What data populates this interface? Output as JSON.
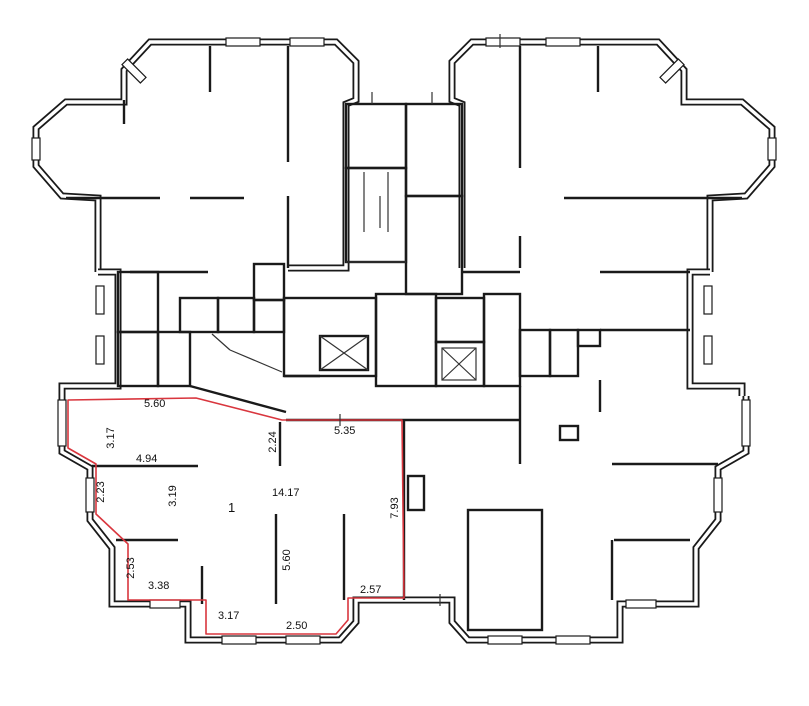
{
  "apartment": {
    "room_number": "1",
    "total_area": "14.17",
    "dimensions": {
      "top_wall": "5.60",
      "left_upper": "3.17",
      "left_mid": "4.94",
      "bay_a": "2.23",
      "bay_b": "3.19",
      "bay_c": "2.53",
      "bay_d": "3.38",
      "bottom_a": "3.17",
      "bottom_b": "2.50",
      "bottom_right": "2.57",
      "partition_short": "2.24",
      "partition_long": "5.60",
      "right_top": "5.35",
      "right_wall": "7.93"
    }
  },
  "colors": {
    "wall": "#1a1a1a",
    "highlight": "#d9363e",
    "background": "#ffffff"
  }
}
